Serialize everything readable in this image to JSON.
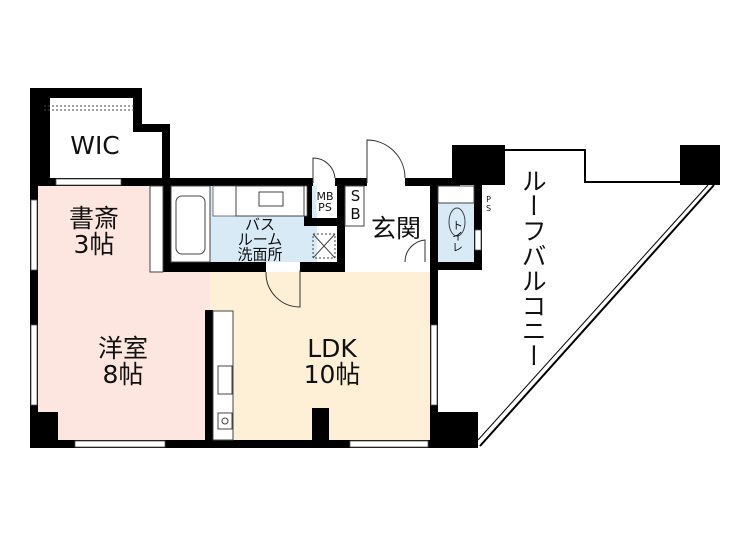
{
  "floor_plan": {
    "colors": {
      "wall": "#000000",
      "western_room": "#fde6e0",
      "ldk": "#fdf0d6",
      "wet_area": "#d9eaf7",
      "floor": "#ffffff"
    },
    "rooms": {
      "wic": {
        "name": "WIC"
      },
      "study": {
        "name": "書斎",
        "size": "3帖"
      },
      "western": {
        "name": "洋室",
        "size": "8帖"
      },
      "ldk": {
        "name": "LDK",
        "size": "10帖"
      },
      "bath": {
        "line1": "バス",
        "line2": "ルーム",
        "line3": "洗面所"
      },
      "entrance": {
        "name": "玄関"
      },
      "toilet": {
        "name": "トイレ"
      },
      "mbps": {
        "line1": "MB",
        "line2": "PS"
      },
      "sb": {
        "name": "SB"
      },
      "ps": {
        "name": "PS"
      },
      "roof_balcony": {
        "name": "ルーフバルコニー"
      }
    }
  }
}
